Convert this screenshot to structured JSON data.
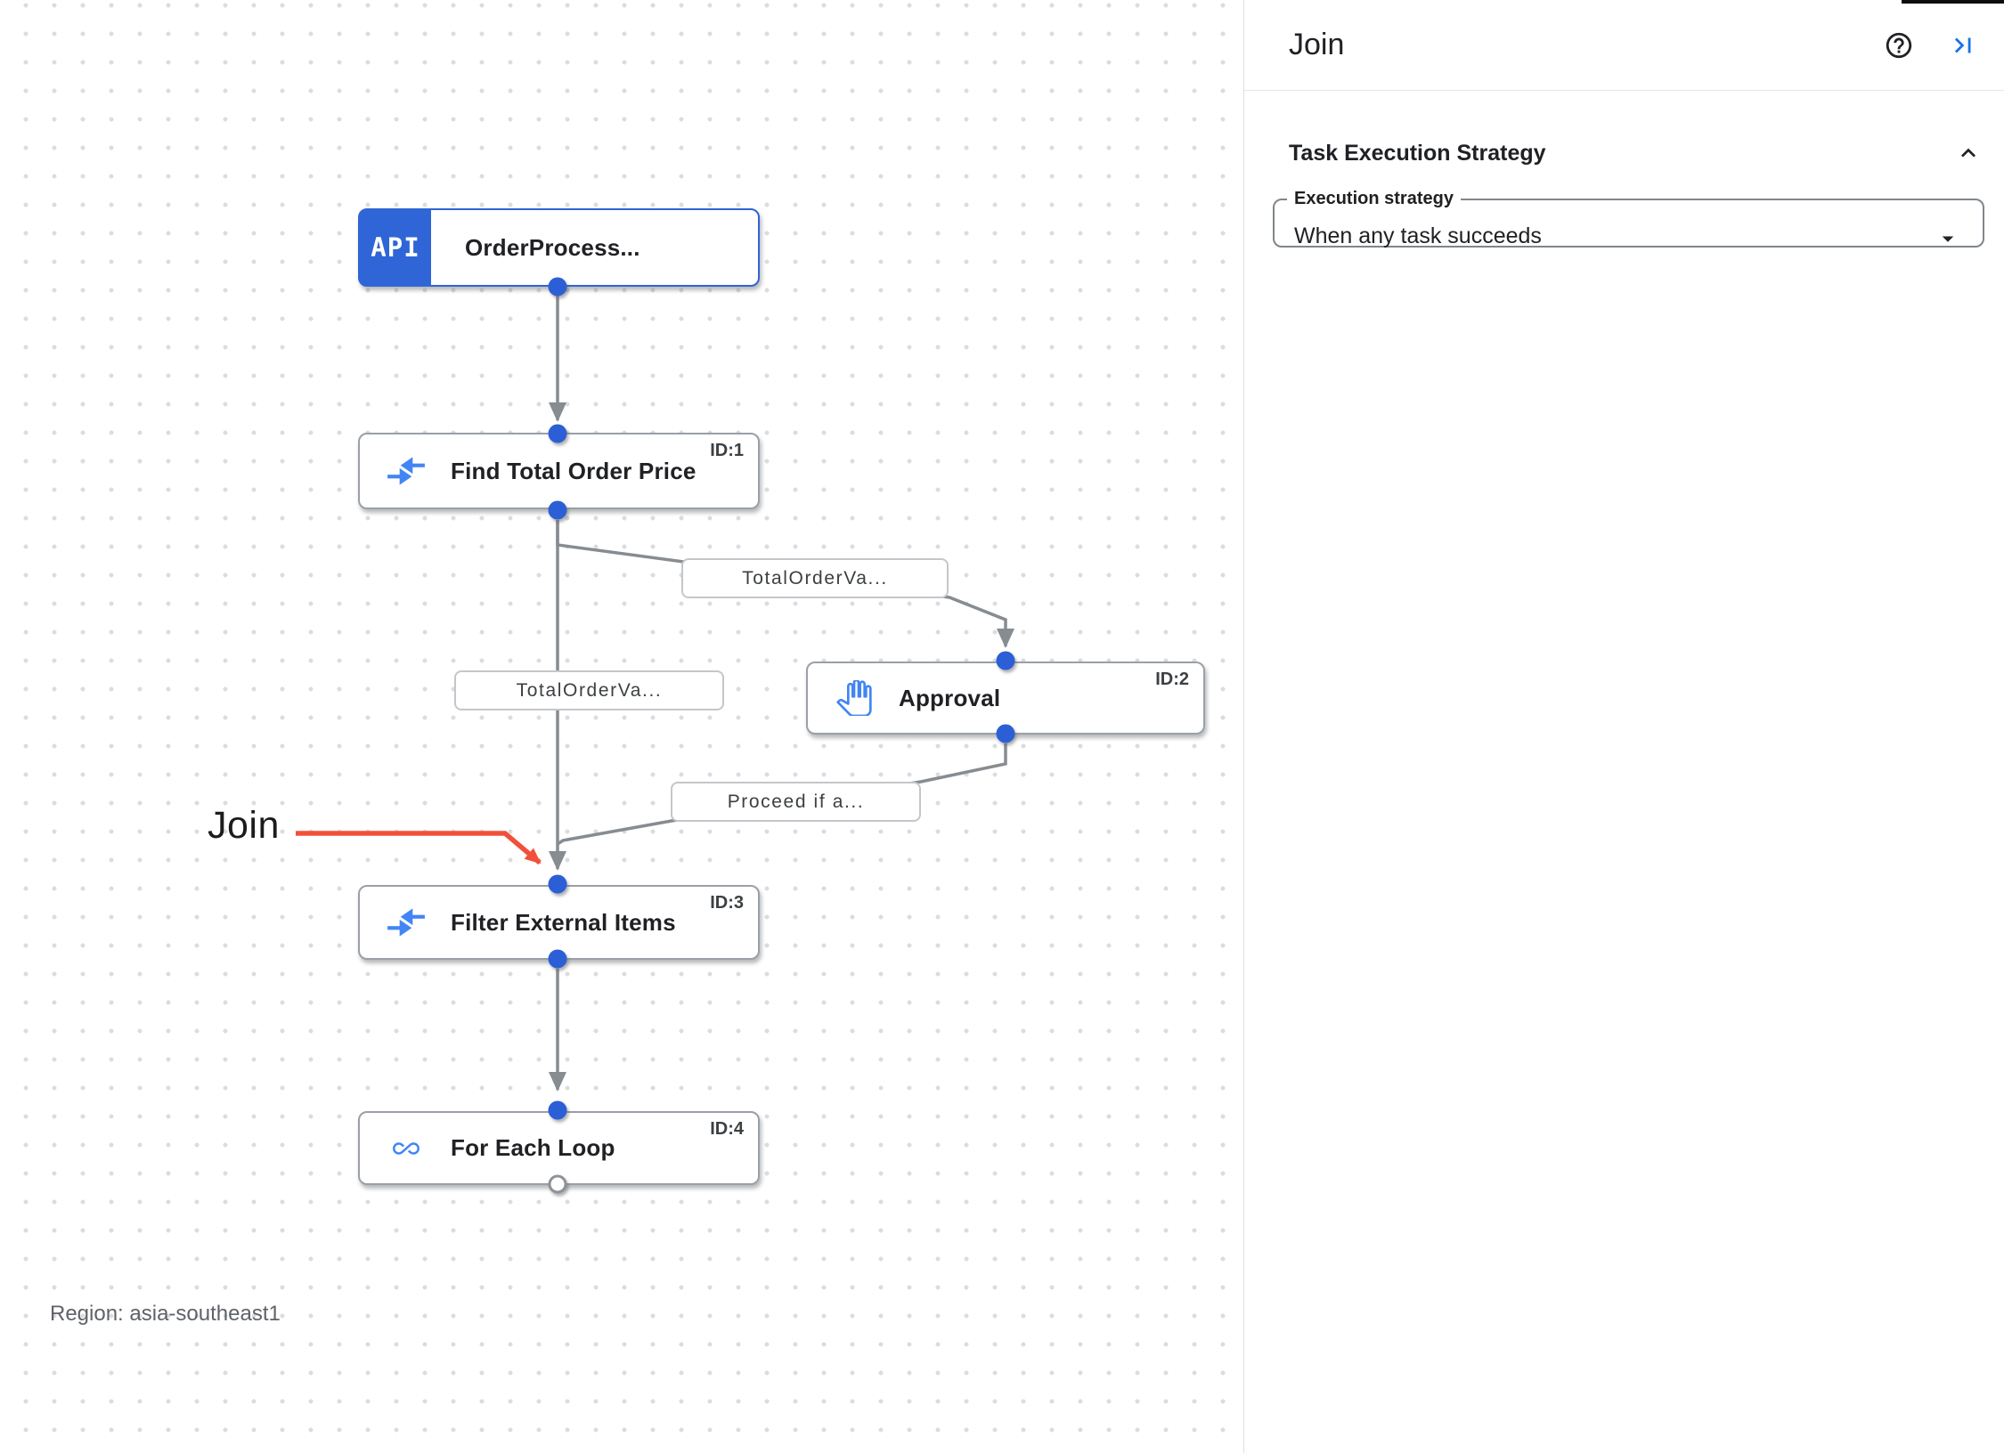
{
  "side_panel": {
    "title": "Join",
    "task_execution": {
      "heading": "Task Execution Strategy",
      "execution_strategy_label": "Execution strategy",
      "execution_strategy_value": "When any task succeeds"
    }
  },
  "canvas": {
    "annotation_label": "Join",
    "region_label": "Region: asia-southeast1",
    "nodes": [
      {
        "badge": "API",
        "title": "OrderProcess...",
        "id": ""
      },
      {
        "title": "Find Total Order Price",
        "id": "ID:1"
      },
      {
        "title": "Approval",
        "id": "ID:2"
      },
      {
        "title": "Filter External Items",
        "id": "ID:3"
      },
      {
        "title": "For Each Loop",
        "id": "ID:4"
      }
    ],
    "edge_labels": [
      {
        "text": "TotalOrderVa..."
      },
      {
        "text": "TotalOrderVa..."
      },
      {
        "text": "Proceed if a..."
      }
    ]
  },
  "colors": {
    "accent_blue": "#1a73e8",
    "node_blue": "#2f65d6",
    "icon_blue": "#4285f4",
    "edge_gray": "#878c91",
    "annotation_red": "#f1503b"
  }
}
